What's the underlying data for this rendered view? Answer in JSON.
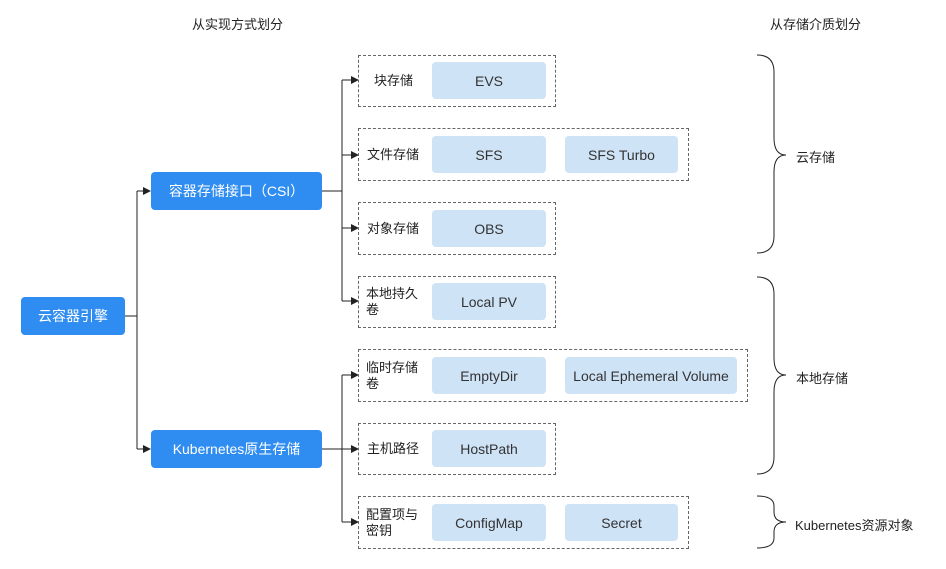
{
  "headers": {
    "left": "从实现方式划分",
    "right": "从存储介质划分"
  },
  "root": "云容器引擎",
  "branches": {
    "csi": "容器存储接口（CSI）",
    "k8s": "Kubernetes原生存储"
  },
  "categories": {
    "block": "块存储",
    "file": "文件存储",
    "object": "对象存储",
    "local_pv": "本地持久卷",
    "temp": "临时存储卷",
    "hostpath": "主机路径",
    "config": "配置项与密钥"
  },
  "chips": {
    "evs": "EVS",
    "sfs": "SFS",
    "sfs_turbo": "SFS Turbo",
    "obs": "OBS",
    "local_pv": "Local PV",
    "emptydir": "EmptyDir",
    "local_ephemeral": "Local Ephemeral Volume",
    "hostpath": "HostPath",
    "configmap": "ConfigMap",
    "secret": "Secret"
  },
  "groups": {
    "cloud": "云存储",
    "local": "本地存储",
    "k8s_res": "Kubernetes资源对象"
  },
  "colors": {
    "node": "#2f8cf0",
    "chip": "#cfe3f7",
    "line": "#222222"
  }
}
